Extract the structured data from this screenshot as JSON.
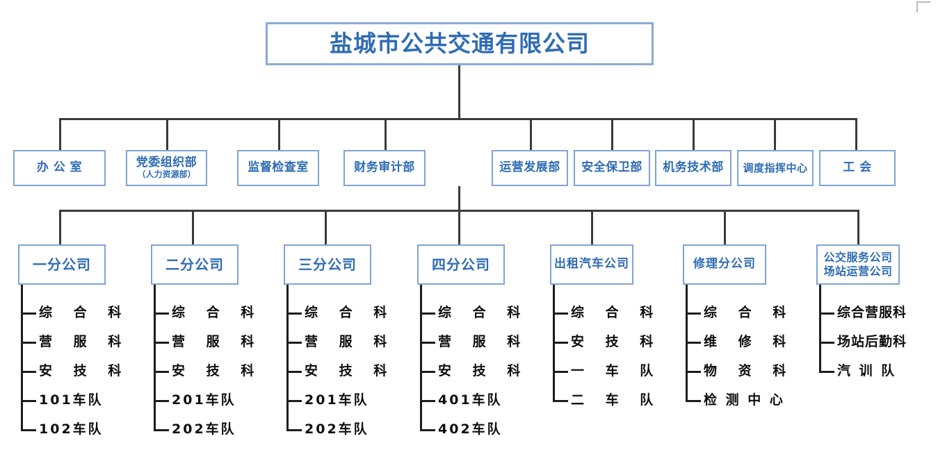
{
  "chart_title": "盐城市公共交通有限公司",
  "root": {
    "label": "盐城市公共交通有限公司"
  },
  "departments": [
    {
      "label": "办  公  室",
      "sub": ""
    },
    {
      "label": "党委组织部",
      "sub": "（人力资源部）"
    },
    {
      "label": "监督检查室",
      "sub": ""
    },
    {
      "label": "财务审计部",
      "sub": ""
    },
    {
      "label": "运营发展部",
      "sub": ""
    },
    {
      "label": "安全保卫部",
      "sub": ""
    },
    {
      "label": "机务技术部",
      "sub": ""
    },
    {
      "label": "调度指挥中心",
      "sub": ""
    },
    {
      "label": "工    会",
      "sub": ""
    }
  ],
  "units": [
    {
      "label": "一分公司",
      "label2": "",
      "children": [
        "综  合  科",
        "营  服  科",
        "安  技  科",
        "101车队",
        "102车队"
      ]
    },
    {
      "label": "二分公司",
      "label2": "",
      "children": [
        "综  合  科",
        "营  服  科",
        "安  技  科",
        "201车队",
        "202车队"
      ]
    },
    {
      "label": "三分公司",
      "label2": "",
      "children": [
        "综  合  科",
        "营  服  科",
        "安  技  科",
        "201车队",
        "202车队"
      ]
    },
    {
      "label": "四分公司",
      "label2": "",
      "children": [
        "综  合  科",
        "营  服  科",
        "安  技  科",
        "401车队",
        "402车队"
      ]
    },
    {
      "label": "出租汽车公司",
      "label2": "",
      "children": [
        "综  合  科",
        "安  技  科",
        "一  车  队",
        "二  车  队"
      ]
    },
    {
      "label": "修理分公司",
      "label2": "",
      "children": [
        "综  合  科",
        "维  修  科",
        "物  资  科",
        "检 测 中 心"
      ]
    },
    {
      "label": "公交服务公司",
      "label2": "场站运营公司",
      "children": [
        "综合营服科",
        "场站后勤科",
        "汽 训 队"
      ]
    }
  ],
  "colors": {
    "box_border": "#7fa3d6",
    "box_text": "#2f6cb5",
    "connector": "#3a3a3a",
    "leaf_text": "#0e0e0e",
    "background": "#ffffff"
  }
}
